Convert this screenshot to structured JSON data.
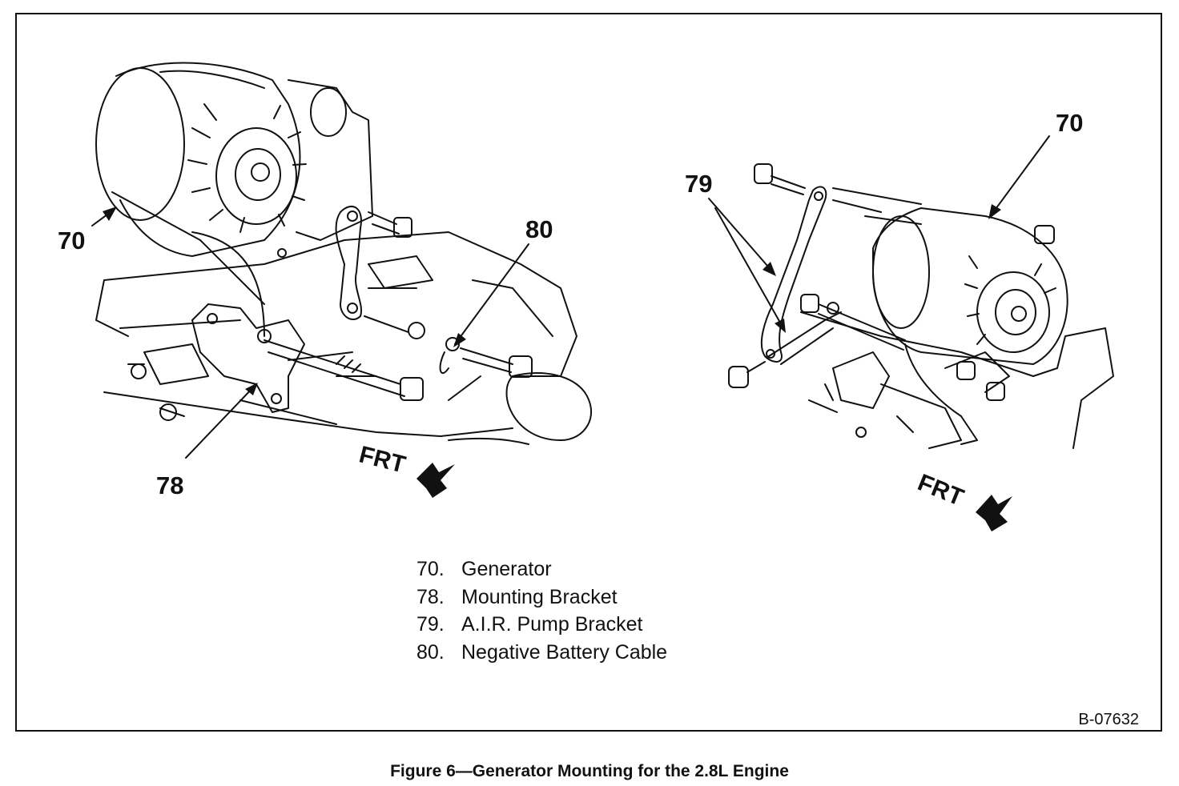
{
  "diagram": {
    "callouts": {
      "left_generator": "70",
      "left_cable": "80",
      "left_bracket": "78",
      "right_generator": "70",
      "right_air_bracket": "79"
    },
    "direction_labels": {
      "left": "FRT",
      "right": "FRT"
    },
    "legend": [
      {
        "number": "70.",
        "label": "Generator"
      },
      {
        "number": "78.",
        "label": "Mounting Bracket"
      },
      {
        "number": "79.",
        "label": "A.I.R. Pump Bracket"
      },
      {
        "number": "80.",
        "label": "Negative Battery Cable"
      }
    ],
    "figure_id": "B-07632",
    "caption": "Figure 6—Generator Mounting for the 2.8L Engine"
  }
}
